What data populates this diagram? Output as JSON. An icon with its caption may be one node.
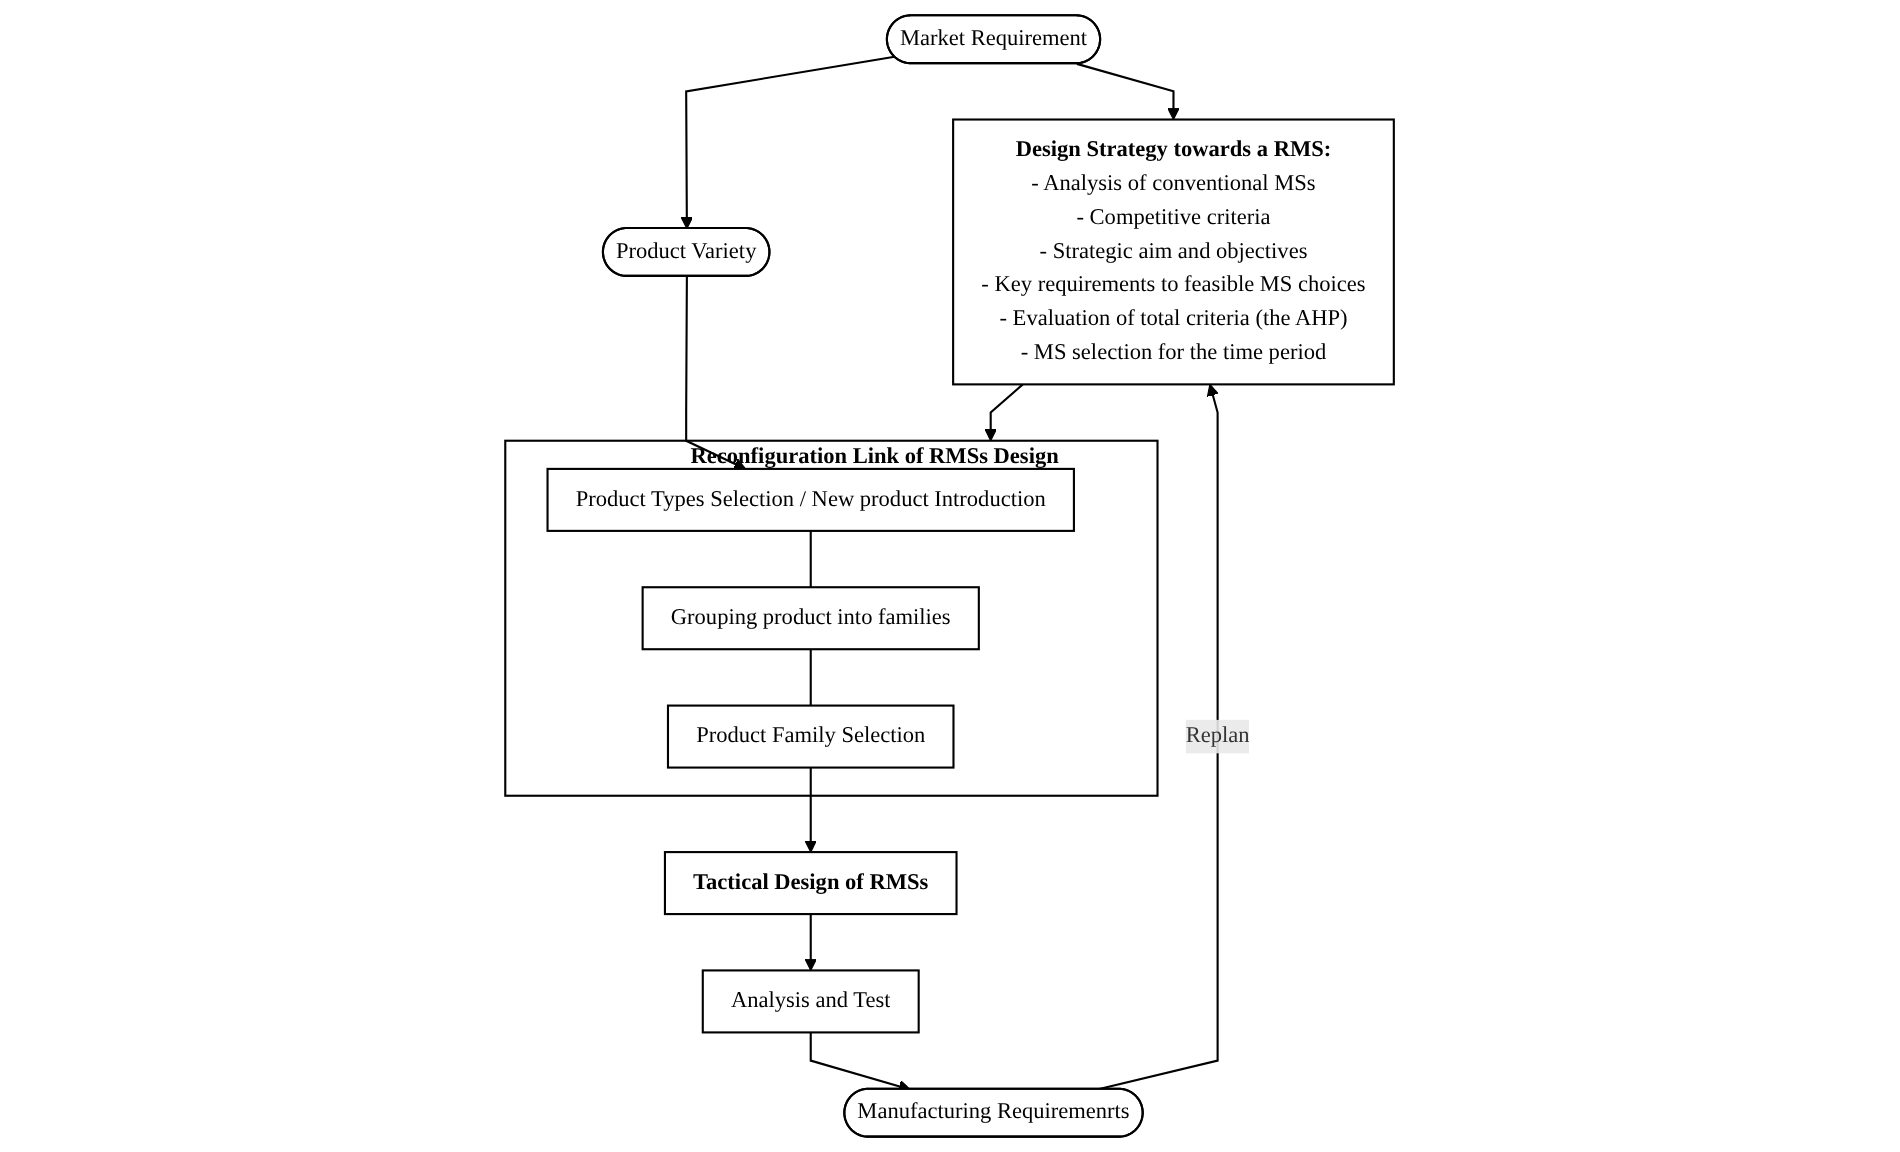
{
  "diagram": {
    "nodes": [
      {
        "text": [
          "Market Requirement"
        ]
      },
      {
        "text": [
          "Design Strategy towards a RMS:",
          "- Analysis of conventional MSs",
          "- Competitive criteria",
          "- Strategic aim and objectives",
          "- Key requirements to feasible MS choices",
          "- Evaluation of total criteria (the AHP)",
          "- MS selection for the time period"
        ]
      },
      {
        "text": [
          "Manufacturing Requiremenrts"
        ]
      },
      {
        "text": [
          "Product Variety"
        ]
      },
      {
        "text": [
          "Reconfiguration Link of RMSs Design"
        ]
      },
      {
        "text": [
          "Product Types Selection / New product Introduction"
        ],
        "in": 4
      },
      {
        "text": [
          "Grouping product into families"
        ],
        "in": 4
      },
      {
        "text": [
          "Product Family Selection"
        ],
        "in": 4
      },
      {
        "text": [
          "Analysis and Test"
        ]
      },
      {
        "text": [
          "Tactical Design of RMSs"
        ]
      }
    ],
    "edges": [
      {
        "from": 0,
        "to": 1,
        "arrow": "to"
      },
      {
        "from": 2,
        "to": 1,
        "arrow": "to",
        "label": "Replan"
      },
      {
        "from": 0,
        "to": 3,
        "arrow": "to"
      },
      {
        "from": 1,
        "to": 4,
        "arrow": "to"
      },
      {
        "from": 3,
        "to": 5,
        "arrow": "to"
      },
      {
        "from": 5,
        "to": 6,
        "arrow": "none"
      },
      {
        "from": 6,
        "to": 7,
        "arrow": "none"
      },
      {
        "from": 7,
        "to": 9,
        "arrow": "to"
      },
      {
        "from": 9,
        "to": 8,
        "arrow": "to"
      },
      {
        "from": 8,
        "to": 2,
        "arrow": "to"
      }
    ]
  }
}
